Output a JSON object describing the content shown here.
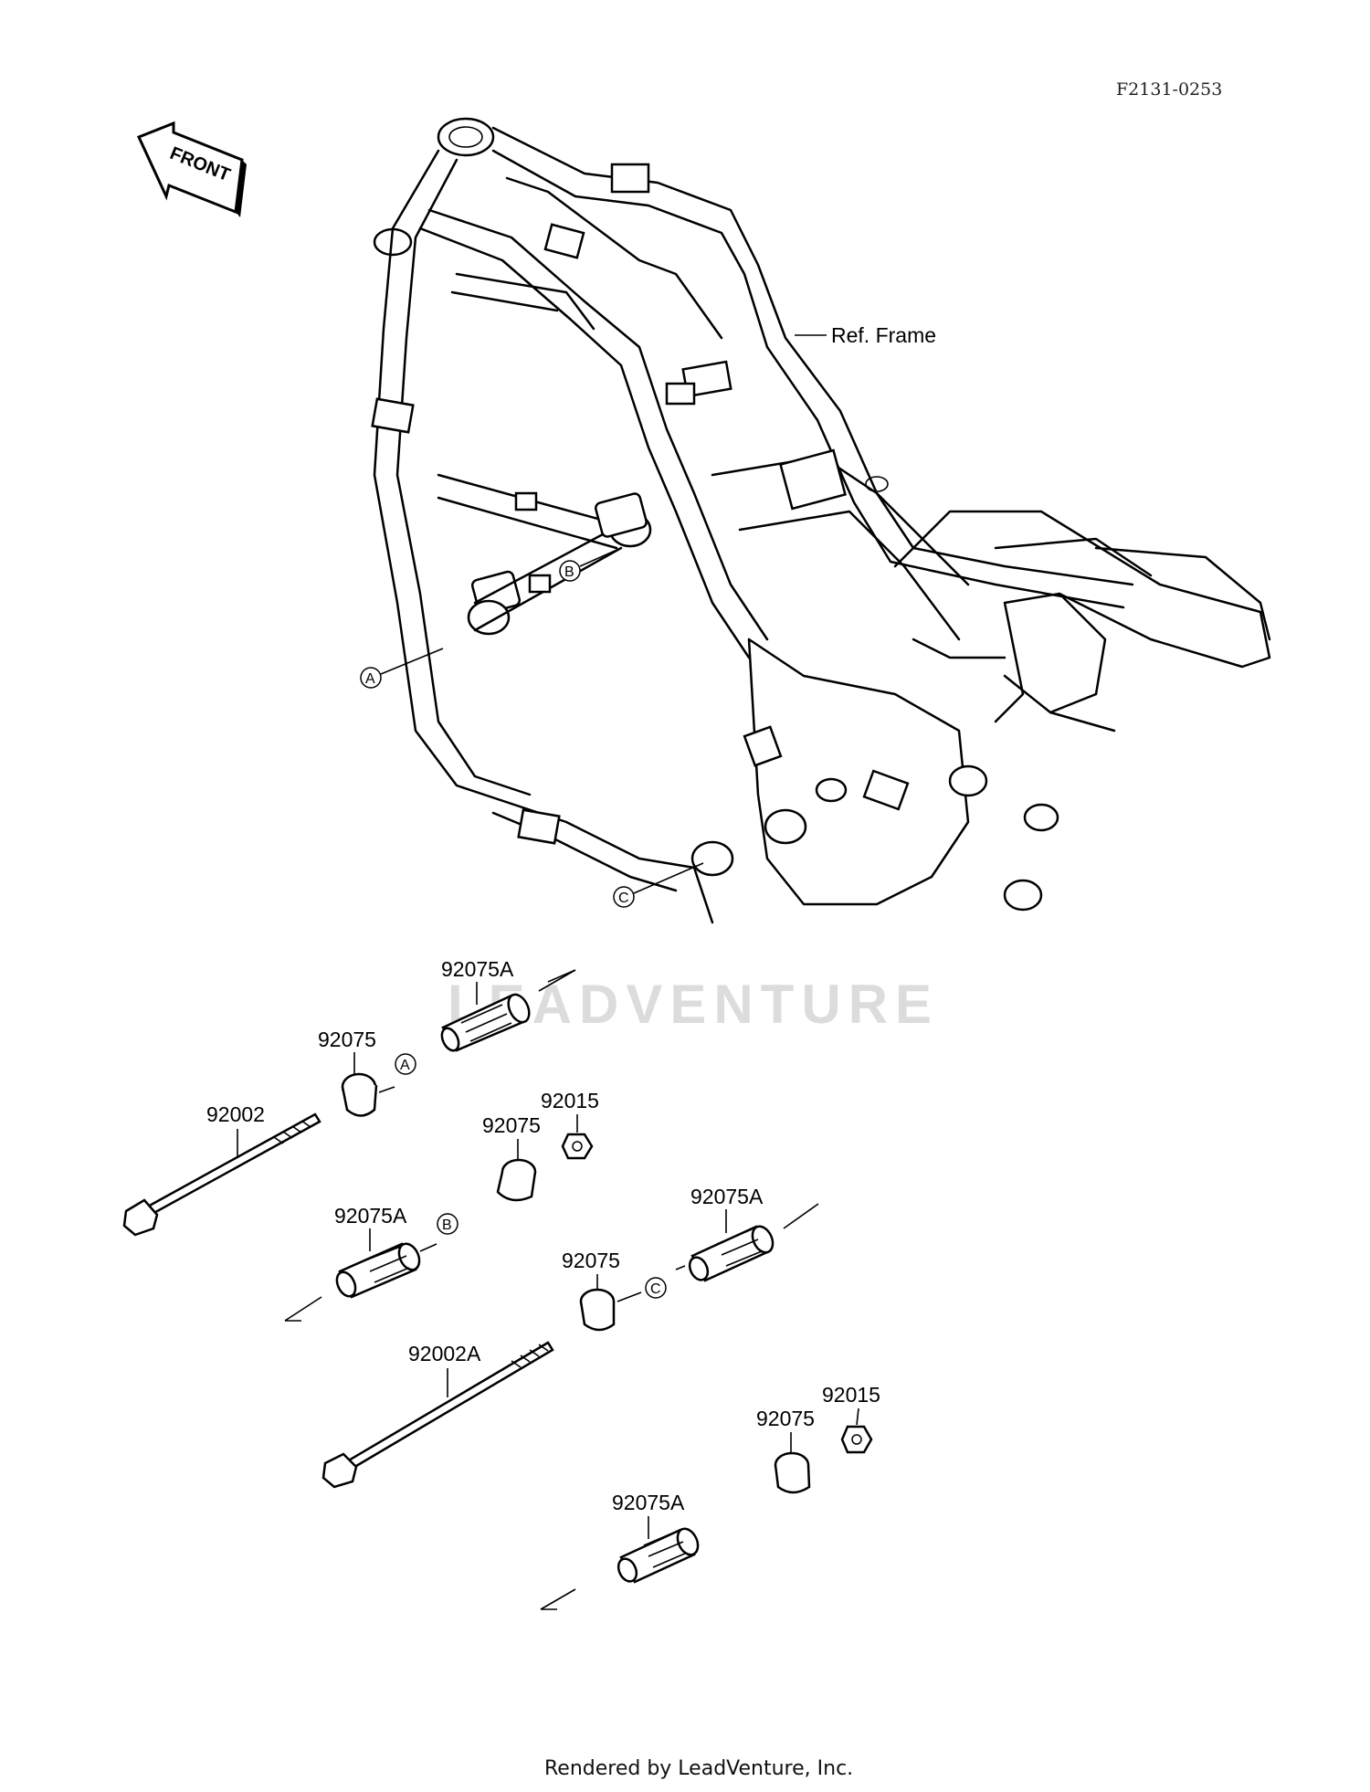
{
  "ref_code": "F2131-0253",
  "front_label": "FRONT",
  "ref_frame_label": "Ref. Frame",
  "watermark": "LEADVENTURE",
  "footer": "Rendered by LeadVenture, Inc.",
  "callouts": {
    "frame_a": "A",
    "frame_b": "B",
    "frame_c": "C",
    "part_a": "A",
    "part_b": "B",
    "part_c": "C"
  },
  "parts": {
    "p1": "92075A",
    "p2": "92075",
    "p3": "92002",
    "p4": "92015",
    "p5": "92075",
    "p6": "92075A",
    "p7": "92075A",
    "p8": "92075",
    "p9": "92002A",
    "p10": "92015",
    "p11": "92075",
    "p12": "92075A"
  }
}
